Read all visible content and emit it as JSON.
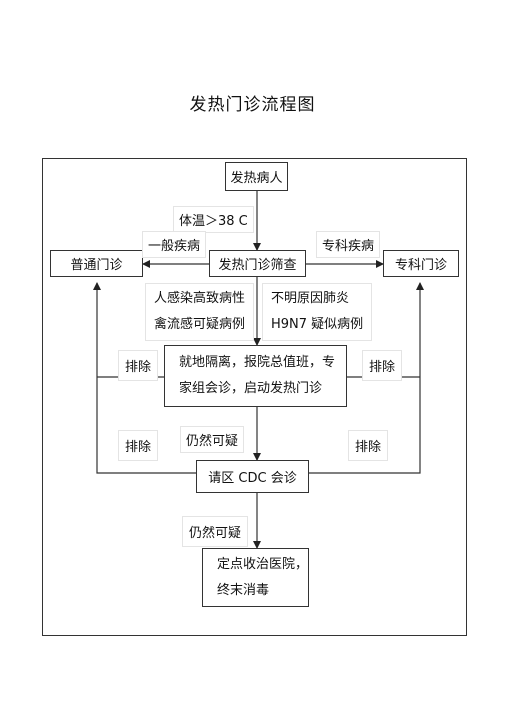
{
  "title": "发热门诊流程图",
  "nodes": {
    "patient": "发热病人",
    "screening": "发热门诊筛查",
    "general": "普通门诊",
    "specialist": "专科门诊",
    "isolation_line1": "就地隔离，报院总值班，专",
    "isolation_line2": "家组会诊，启动发热门诊",
    "cdc": "请区 CDC 会诊",
    "hospital_line1": "定点收治医院，",
    "hospital_line2": "终末消毒"
  },
  "labels": {
    "temperature": "体温＞38 C",
    "general_disease": "一般疾病",
    "specialist_disease": "专科疾病",
    "avian_line1": "人感染高致病性",
    "avian_line2": "禽流感可疑病例",
    "pneumonia_line1": "不明原因肺炎",
    "pneumonia_line2": "H9N7 疑似病例",
    "exclude_left_upper": "排除",
    "exclude_right_upper": "排除",
    "exclude_left_lower": "排除",
    "exclude_right_lower": "排除",
    "still_suspect_upper": "仍然可疑",
    "still_suspect_lower": "仍然可疑"
  }
}
